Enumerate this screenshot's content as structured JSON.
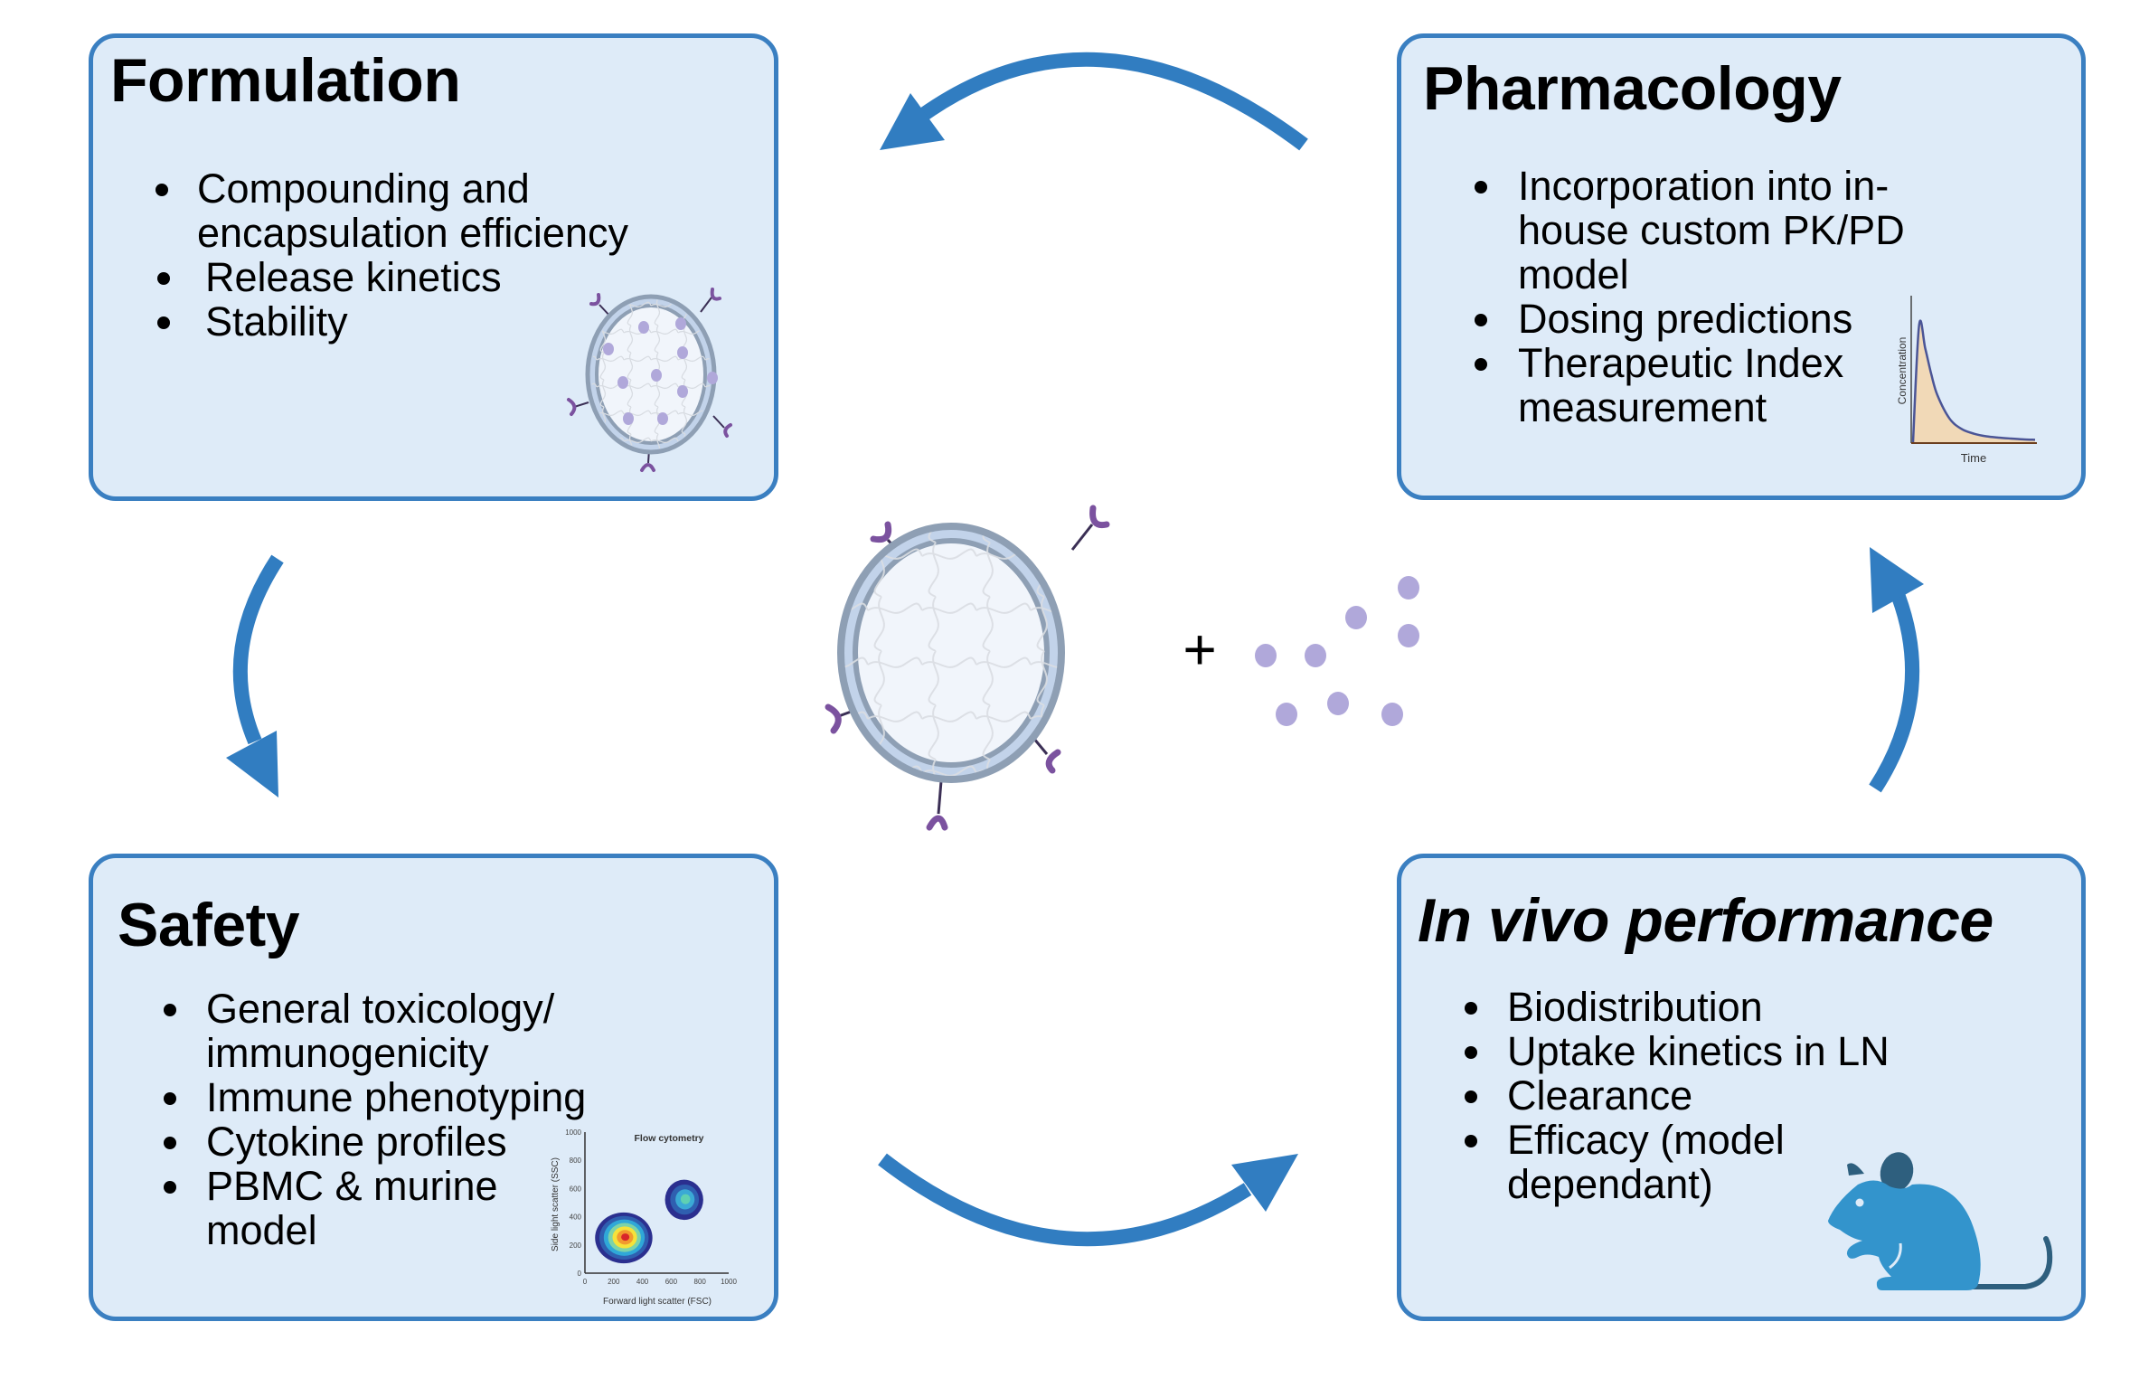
{
  "colors": {
    "card_bg": "#DEEBF8",
    "card_border": "#3A7FC1",
    "arrow": "#317DC1",
    "drug_dot": "#B0A8DA",
    "antibody": "#7B529F",
    "mouse_body": "#3394CC",
    "mouse_dark": "#2E5F7E",
    "pk_fill": "#F1D9B7"
  },
  "cards": {
    "formulation": {
      "title": "Formulation",
      "items": [
        "Compounding and\nencapsulation efficiency",
        "Release kinetics",
        "Stability"
      ]
    },
    "pharmacology": {
      "title": "Pharmacology",
      "items": [
        "Incorporation into in-\nhouse custom PK/PD\nmodel",
        "Dosing predictions",
        "Therapeutic Index\nmeasurement"
      ]
    },
    "safety": {
      "title": "Safety",
      "items": [
        "General toxicology/\nimmunogenicity",
        "Immune phenotyping",
        "Cytokine profiles",
        "PBMC & murine\n model"
      ]
    },
    "invivo": {
      "title": "In vivo performance",
      "items": [
        "Biodistribution",
        "Uptake kinetics in LN",
        "Clearance",
        "Efficacy (model\ndependant)"
      ]
    }
  },
  "center": {
    "plus_sign": "+",
    "drug_dot_count": 8
  },
  "cycle_arrows": [
    "pharmacology-to-formulation",
    "formulation-to-safety",
    "safety-to-invivo",
    "invivo-to-pharmacology"
  ],
  "chart_data": [
    {
      "type": "area",
      "title": "",
      "xlabel": "Time",
      "ylabel": "Concentration",
      "x": [
        0,
        0.05,
        0.1,
        0.15,
        0.2,
        0.3,
        0.4,
        0.5,
        0.6,
        0.7,
        0.8,
        0.9,
        1.0
      ],
      "values": [
        0,
        0.9,
        0.72,
        0.52,
        0.36,
        0.18,
        0.1,
        0.065,
        0.045,
        0.035,
        0.028,
        0.022,
        0.018
      ],
      "ylim": [
        0,
        1
      ],
      "xlim": [
        0,
        1
      ]
    },
    {
      "type": "scatter",
      "title": "Flow cytometry",
      "xlabel": "Forward light scatter (FSC)",
      "ylabel": "Side light scatter (SSC)",
      "xlim": [
        0,
        1000
      ],
      "ylim": [
        0,
        1000
      ],
      "xticks": [
        "0",
        "200",
        "400",
        "600",
        "800",
        "1000"
      ],
      "yticks": [
        "0",
        "200",
        "400",
        "600",
        "800",
        "1000"
      ],
      "series": [
        {
          "name": "population-1",
          "center": [
            270,
            250
          ],
          "spread": [
            105,
            95
          ],
          "peak_density": "high"
        },
        {
          "name": "population-2",
          "center": [
            690,
            520
          ],
          "spread": [
            70,
            75
          ],
          "peak_density": "medium"
        }
      ]
    }
  ]
}
